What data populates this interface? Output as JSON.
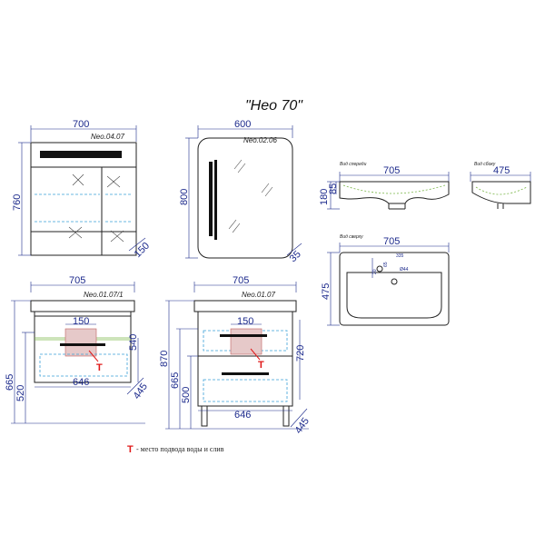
{
  "title": "\"Нео 70\"",
  "mirror_cabinet": {
    "model": "Neo.04.07",
    "width": "700",
    "height": "760",
    "depth": "150"
  },
  "mirror": {
    "model": "Neo.02.06",
    "width": "600",
    "height": "800",
    "depth": "35"
  },
  "sink_front": {
    "label": "Вид спереди",
    "width": "705",
    "height_total": "180",
    "height_bowl": "85"
  },
  "sink_side": {
    "label": "Вид сбоку",
    "width": "475"
  },
  "sink_top": {
    "label": "Вид сверху",
    "width": "705",
    "depth": "475",
    "d1": "20",
    "d2": "65",
    "d3": "335",
    "d4": "Ø44"
  },
  "cabinet_drawer": {
    "model": "Neo.01.07/1",
    "width": "705",
    "inner_width": "646",
    "utility": "150",
    "height_top": "540",
    "height_total": "665",
    "height_body": "520",
    "depth": "445"
  },
  "cabinet_legs": {
    "model": "Neo.01.07",
    "width": "705",
    "inner_width": "646",
    "utility": "150",
    "height_top": "720",
    "height_total": "870",
    "height_body": "665",
    "height_lower": "500",
    "depth": "445"
  },
  "legend": {
    "mark": "Т",
    "text": "- место подвода воды и слив"
  },
  "colors": {
    "dimension": "#1c2a8c",
    "marker": "#e01b1b",
    "hidden": "#3aa0d8",
    "outline": "#222222"
  }
}
